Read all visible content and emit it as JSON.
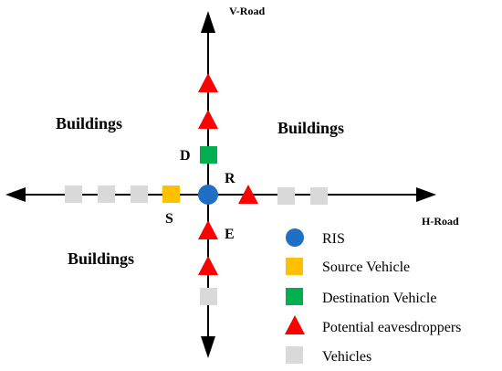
{
  "labels": {
    "v_road": "V-Road",
    "h_road": "H-Road",
    "buildings_top_left": "Buildings",
    "buildings_top_right": "Buildings",
    "buildings_bottom_left": "Buildings",
    "node_d": "D",
    "node_r": "R",
    "node_s": "S",
    "node_e": "E"
  },
  "legend": {
    "items": [
      {
        "label": "RIS",
        "shape": "circle",
        "color": "#1f6fc5"
      },
      {
        "label": "Source Vehicle",
        "shape": "square",
        "color": "#ffc000"
      },
      {
        "label": "Destination Vehicle",
        "shape": "square",
        "color": "#00b050"
      },
      {
        "label": "Potential eavesdroppers",
        "shape": "triangle",
        "color": "#ff0000"
      },
      {
        "label": "Vehicles",
        "shape": "square",
        "color": "#d9d9d9"
      }
    ]
  },
  "colors": {
    "ris": "#1f6fc5",
    "source": "#ffc000",
    "destination": "#00b050",
    "eavesdropper": "#ff0000",
    "vehicle": "#d9d9d9",
    "road": "#000000"
  }
}
